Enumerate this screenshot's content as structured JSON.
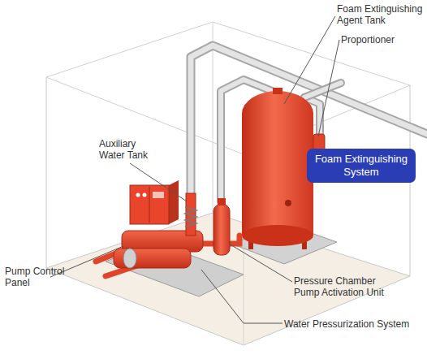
{
  "diagram": {
    "nodes": [
      {
        "text": [
          "Foam Extinguishing System"
        ]
      }
    ],
    "labels": [
      "Foam Extinguishing Agent Tank",
      "Proportioner",
      "Auxiliary Water Tank",
      "Pump Control Panel",
      "Pressure Chamber Pump Activation Unit",
      "Water Pressurization System"
    ]
  }
}
